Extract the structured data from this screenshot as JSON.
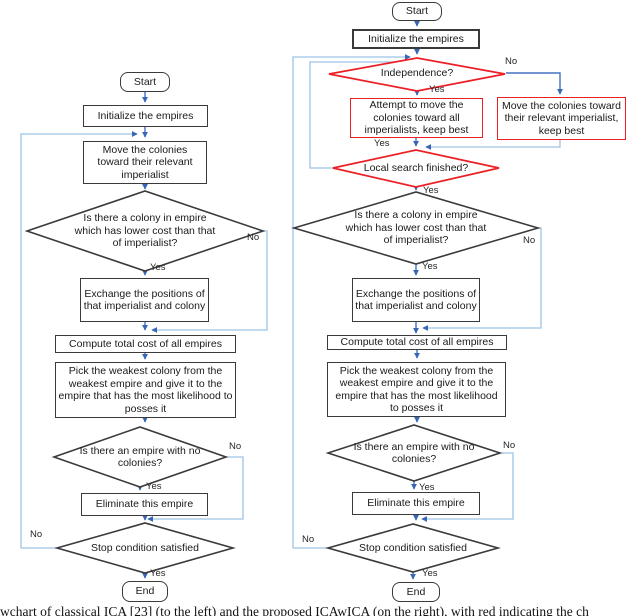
{
  "labels": {
    "yes": "Yes",
    "no": "No"
  },
  "caption": "wchart of classical ICA [23] (to the left) and the proposed ICAwICA (on the right), with red indicating the ch",
  "colors": {
    "flow_arrow_blue": "#4472C4",
    "loop_line_blue": "#9DC3E6",
    "modification_red": "#EC2024",
    "shape_border_dark": "#3A3A3A"
  },
  "left": {
    "start": "Start",
    "initialize": "Initialize the empires",
    "move": "Move the colonies toward their relevant imperialist",
    "colony_check": "Is there a colony in empire which has lower cost than that of imperialist?",
    "exchange": "Exchange the positions of that imperialist and colony",
    "compute": "Compute total cost of all empires",
    "pick": "Pick the weakest colony from the weakest empire and give it to the empire that has the most likelihood to posses it",
    "empty_empire_check": "Is there an empire with no colonies?",
    "eliminate": "Eliminate this empire",
    "stop_check": "Stop condition satisfied",
    "end": "End"
  },
  "right": {
    "start": "Start",
    "initialize": "Initialize the empires",
    "independence_check": "Independence?",
    "attempt_move": "Attempt to move the colonies toward all imperialists, keep best",
    "move_keep_best": "Move the colonies toward their relevant imperialist, keep best",
    "local_search_check": "Local search finished?",
    "colony_check": "Is there a colony in empire which has lower cost than that of imperialist?",
    "exchange": "Exchange the positions of that imperialist and colony",
    "compute": "Compute total cost of all empires",
    "pick": "Pick the weakest colony from the weakest empire and give it to the empire that has the most likelihood to posses it",
    "empty_empire_check": "Is there an empire with no colonies?",
    "eliminate": "Eliminate this empire",
    "stop_check": "Stop condition satisfied",
    "end": "End"
  }
}
